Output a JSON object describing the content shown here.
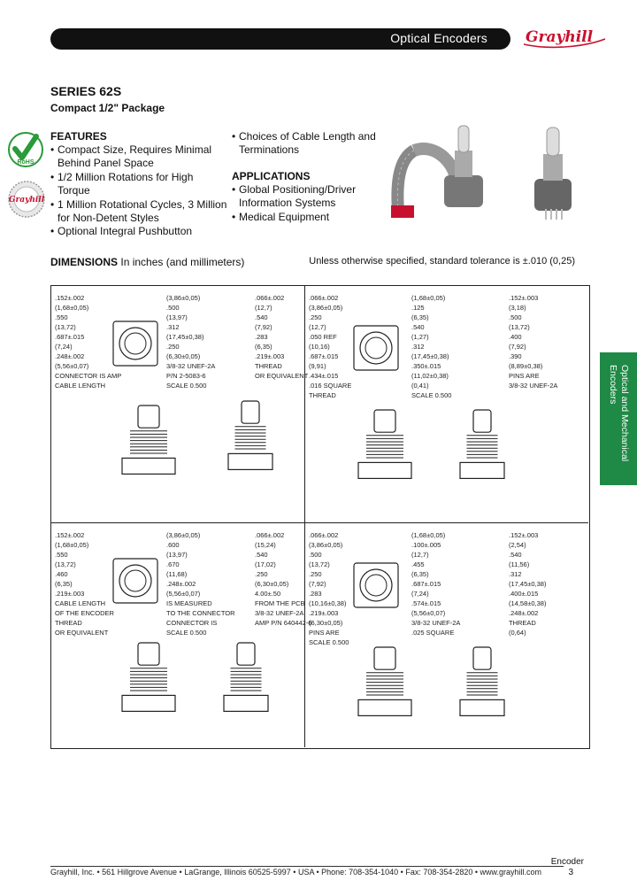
{
  "header": {
    "title": "Optical Encoders",
    "brand": "Grayhill"
  },
  "series": "SERIES 62S",
  "subtitle": "Compact 1/2\" Package",
  "features": {
    "heading": "FEATURES",
    "items": [
      "Compact Size, Requires Minimal Behind Panel Space",
      "1/2 Million Rotations for High Torque",
      "1 Million Rotational Cycles, 3 Million for Non-Detent Styles",
      "Optional Integral Pushbutton"
    ],
    "items_col2": [
      "Choices of Cable Length and Terminations"
    ]
  },
  "applications": {
    "heading": "APPLICATIONS",
    "items": [
      "Global Positioning/Driver Information Systems",
      "Medical Equipment"
    ]
  },
  "badges": {
    "rohs": "RoHS",
    "seal": "Grayhill"
  },
  "dimensions": {
    "heading": "DIMENSIONS",
    "unit_note": "In inches (and millimeters)",
    "tolerance": "Unless otherwise specified, standard tolerance is ±.010 (0,25)"
  },
  "drawing_labels": {
    "q1": [
      ".152±.002",
      "(3,86±0,05)",
      ".066±.002",
      "(1,68±0,05)",
      ".500",
      "(12,7)",
      ".550",
      "(13,97)",
      ".540",
      "(13,72)",
      ".312",
      "(7,92)",
      ".687±.015",
      "(17,45±0,38)",
      ".283",
      "(7,24)",
      ".250",
      "(6,35)",
      ".248±.002",
      "(6,30±0,05)",
      ".219±.003",
      "(5,56±0,07)",
      "3/8-32 UNEF-2A",
      "THREAD",
      "CONNECTOR IS AMP",
      "P/N 2-5083-6",
      "OR EQUIVALENT",
      "CABLE LENGTH",
      "SCALE 0.500"
    ],
    "q2": [
      ".066±.002",
      "(1,68±0,05)",
      ".152±.003",
      "(3,86±0,05)",
      ".125",
      "(3,18)",
      ".250",
      "(6,35)",
      ".500",
      "(12,7)",
      ".540",
      "(13,72)",
      ".050 REF",
      "(1,27)",
      ".400",
      "(10,16)",
      ".312",
      "(7,92)",
      ".687±.015",
      "(17,45±0,38)",
      ".390",
      "(9,91)",
      ".350±.015",
      "(8,89±0,38)",
      ".434±.015",
      "(11,02±0,38)",
      "PINS ARE",
      ".016 SQUARE",
      "(0,41)",
      "3/8-32 UNEF-2A",
      "THREAD",
      "SCALE 0.500"
    ],
    "q3": [
      ".152±.002",
      "(3,86±0,05)",
      ".066±.002",
      "(1,68±0,05)",
      ".600",
      "(15,24)",
      ".550",
      "(13,97)",
      ".540",
      "(13,72)",
      ".670",
      "(17,02)",
      ".460",
      "(11,68)",
      ".250",
      "(6,35)",
      ".248±.002",
      "(6,30±0,05)",
      ".219±.003",
      "(5,56±0,07)",
      "4.00±.50",
      "CABLE LENGTH",
      "IS MEASURED",
      "FROM THE PCB",
      "OF THE ENCODER",
      "TO THE CONNECTOR",
      "3/8-32 UNEF-2A",
      "THREAD",
      "CONNECTOR IS",
      "AMP P/N 640442-6",
      "OR EQUIVALENT",
      "SCALE 0.500"
    ],
    "q4": [
      ".066±.002",
      "(1,68±0,05)",
      ".152±.003",
      "(3,86±0,05)",
      ".100±.005",
      "(2,54)",
      ".500",
      "(12,7)",
      ".540",
      "(13,72)",
      ".455",
      "(11,56)",
      ".250",
      "(6,35)",
      ".312",
      "(7,92)",
      ".687±.015",
      "(17,45±0,38)",
      ".283",
      "(7,24)",
      ".400±.015",
      "(10,16±0,38)",
      ".574±.015",
      "(14,58±0,38)",
      ".219±.003",
      "(5,56±0,07)",
      ".248±.002",
      "(6,30±0,05)",
      "3/8-32 UNEF-2A",
      "THREAD",
      "PINS ARE",
      ".025 SQUARE",
      "(0,64)",
      "SCALE 0.500"
    ]
  },
  "side_tab": "Optical and Mechanical Encoders",
  "footer": {
    "text": "Grayhill, Inc. • 561 Hillgrove Avenue • LaGrange, Illinois 60525-5997 • USA • Phone: 708-354-1040 • Fax: 708-354-2820 • www.grayhill.com",
    "section": "Encoder",
    "page": "3"
  },
  "colors": {
    "brand_red": "#c8102e",
    "tab_green": "#1e8a45",
    "header_bar": "#111111"
  }
}
